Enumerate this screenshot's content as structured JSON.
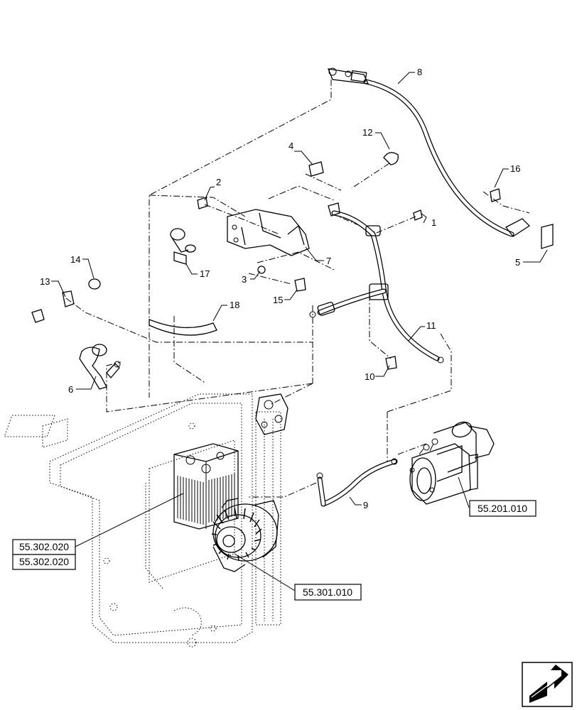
{
  "callouts": [
    {
      "id": "c1",
      "label": "1"
    },
    {
      "id": "c2",
      "label": "2"
    },
    {
      "id": "c3",
      "label": "3"
    },
    {
      "id": "c4",
      "label": "4"
    },
    {
      "id": "c5",
      "label": "5"
    },
    {
      "id": "c6",
      "label": "6"
    },
    {
      "id": "c7",
      "label": "7"
    },
    {
      "id": "c8",
      "label": "8"
    },
    {
      "id": "c9",
      "label": "9"
    },
    {
      "id": "c10",
      "label": "10"
    },
    {
      "id": "c11",
      "label": "11"
    },
    {
      "id": "c12",
      "label": "12"
    },
    {
      "id": "c13",
      "label": "13"
    },
    {
      "id": "c14",
      "label": "14"
    },
    {
      "id": "c15",
      "label": "15"
    },
    {
      "id": "c16",
      "label": "16"
    },
    {
      "id": "c17",
      "label": "17"
    },
    {
      "id": "c18",
      "label": "18"
    }
  ],
  "references": {
    "starter": "55.201.010",
    "alternator": "55.301.010",
    "heater_a": "55.302.020",
    "heater_b": "55.302.020"
  },
  "nav_icon": "next-page-arrow-icon"
}
